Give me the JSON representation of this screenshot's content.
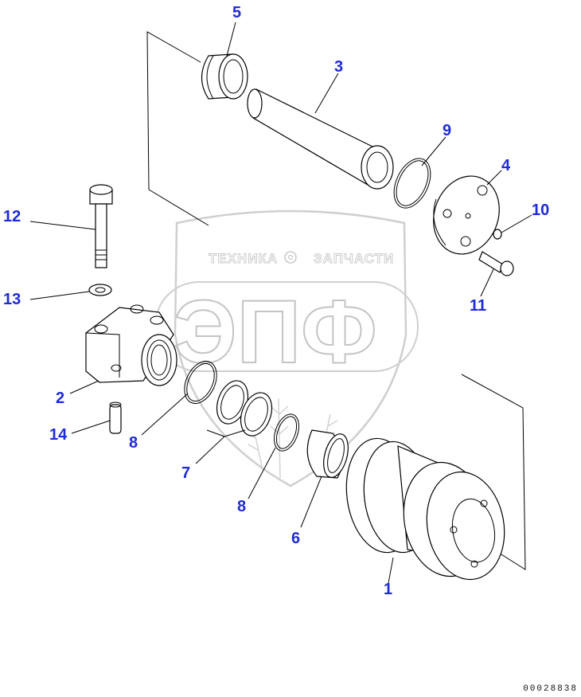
{
  "watermark": {
    "left_word": "ТЕХНИКА",
    "right_word": "ЗАПЧАСТИ",
    "logo_letters": "ЭПФ"
  },
  "callouts": {
    "c1": "1",
    "c2": "2",
    "c3": "3",
    "c4": "4",
    "c5": "5",
    "c6": "6",
    "c7": "7",
    "c8a": "8",
    "c8b": "8",
    "c9": "9",
    "c10": "10",
    "c11": "11",
    "c12": "12",
    "c13": "13",
    "c14": "14"
  },
  "drawing_code": "00028838",
  "colors": {
    "callout": "#1f2bd6",
    "watermark": "#c4c4c4",
    "line": "#000000"
  }
}
